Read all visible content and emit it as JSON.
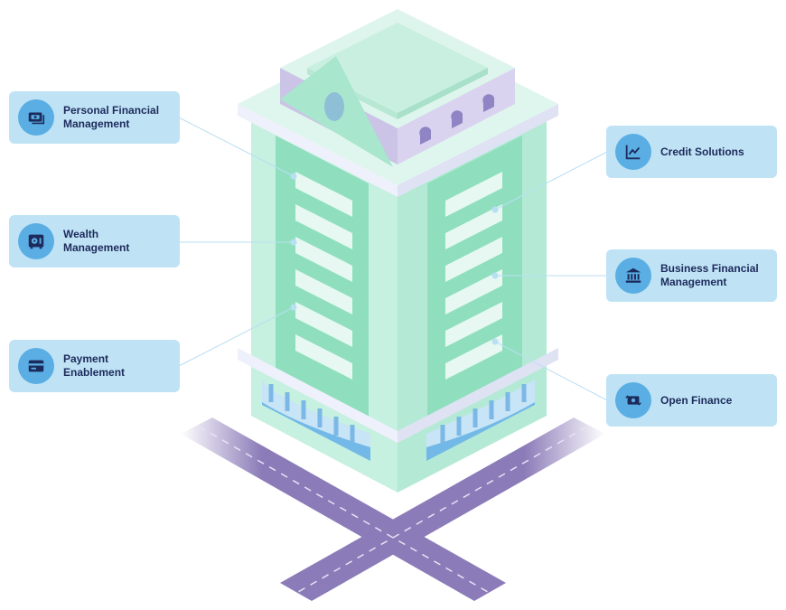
{
  "services_left": [
    {
      "label": "Personal Financial Management",
      "line1": "Personal Financial",
      "line2": "Management",
      "icon": "money-stack-icon"
    },
    {
      "label": "Wealth Management",
      "line1": "Wealth",
      "line2": "Management",
      "icon": "safe-icon"
    },
    {
      "label": "Payment Enablement",
      "line1": "Payment",
      "line2": "Enablement",
      "icon": "credit-card-icon"
    }
  ],
  "services_right": [
    {
      "label": "Credit Solutions",
      "line1": "Credit Solutions",
      "line2": "",
      "icon": "line-chart-icon"
    },
    {
      "label": "Business Financial Management",
      "line1": "Business Financial",
      "line2": "Management",
      "icon": "bank-icon"
    },
    {
      "label": "Open Finance",
      "line1": "Open Finance",
      "line2": "",
      "icon": "money-exchange-icon"
    }
  ],
  "colors": {
    "card_bg": "#bfe3f5",
    "badge_bg": "#5aaee3",
    "text": "#1d2a5c",
    "building_green": "#8fdfbf",
    "road": "#8b7bb8"
  }
}
